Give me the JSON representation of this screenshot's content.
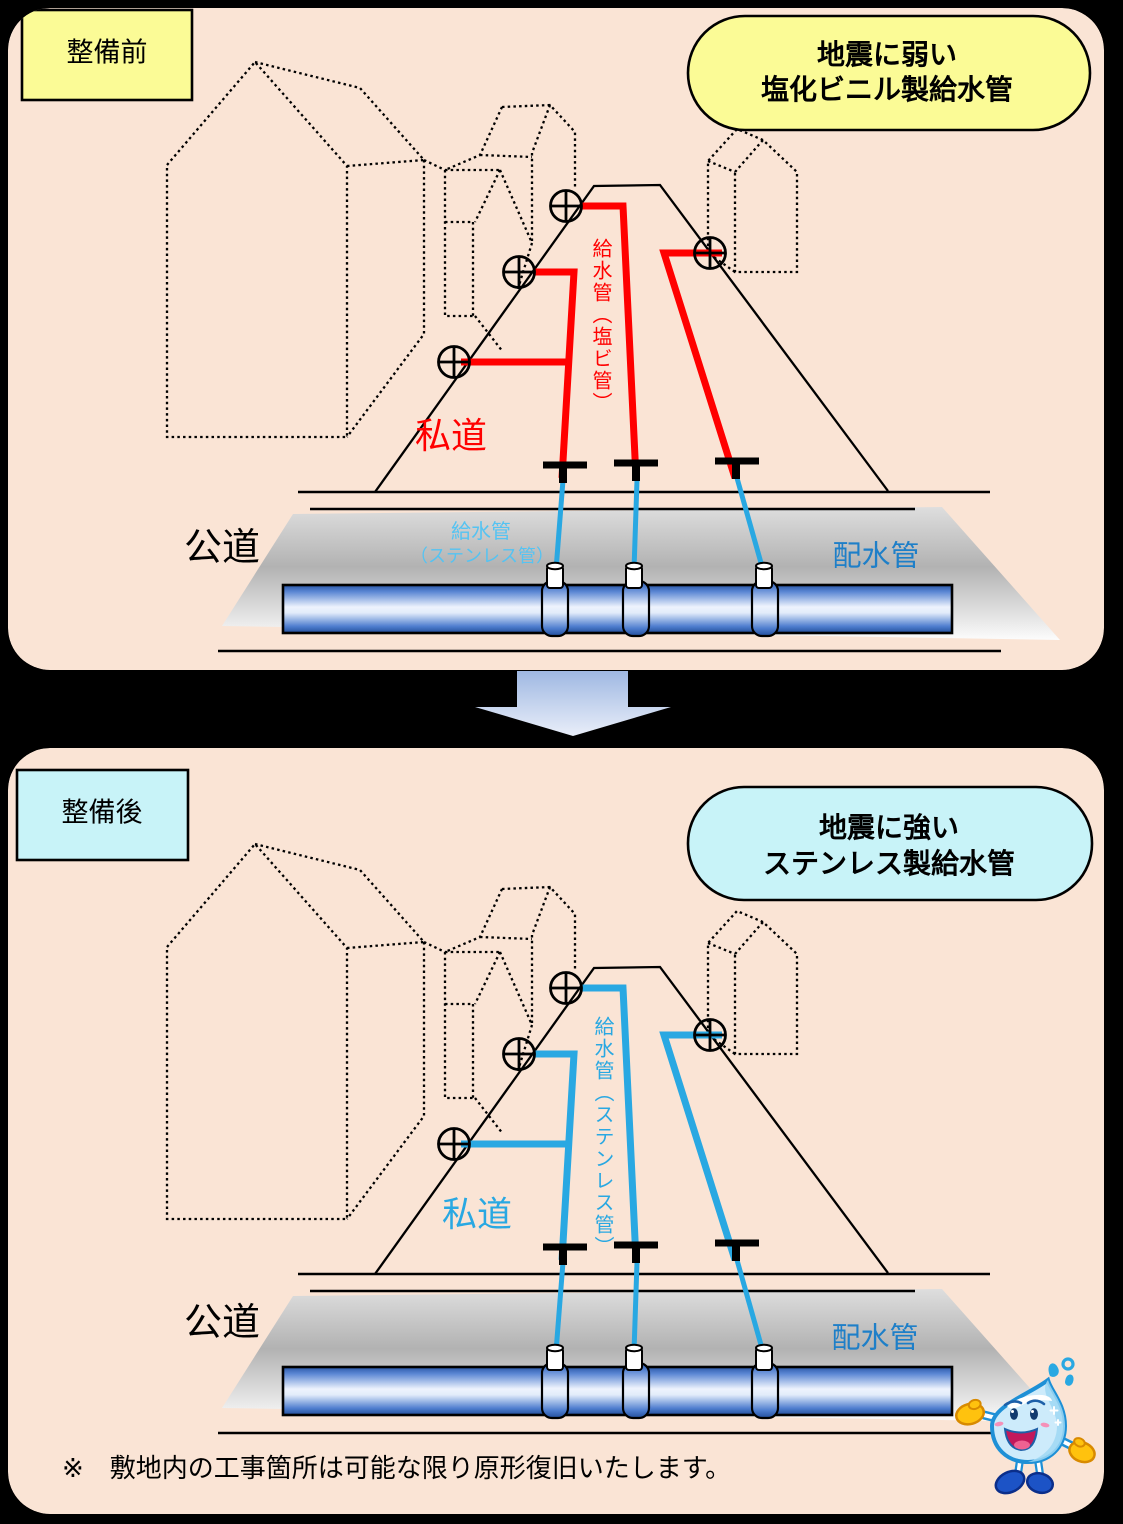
{
  "colors": {
    "background": "#000000",
    "panel_bg": "#FAE4D5",
    "before_accent_yellow": "#FBFB96",
    "after_accent_cyan": "#C8F3F8",
    "pvc_pipe_red": "#FF0000",
    "stainless_pipe_blue": "#29A8E2",
    "service_label_light_blue": "#55C3F2",
    "distribution_label_blue": "#1E7FC8"
  },
  "panel_before": {
    "tag": "整備前",
    "bubble": {
      "line1": "地震に弱い",
      "line2": "塩化ビニル製給水管"
    },
    "private_road_label": "私道",
    "public_road_label": "公道",
    "service_pipe_label_vertical": "給水管（塩ビ管）",
    "service_pipe_label": {
      "line1": "給水管",
      "line2": "（ステンレス管）"
    },
    "distribution_pipe_label": "配水管"
  },
  "panel_after": {
    "tag": "整備後",
    "bubble": {
      "line1": "地震に強い",
      "line2": "ステンレス製給水管"
    },
    "private_road_label": "私道",
    "public_road_label": "公道",
    "service_pipe_label_vertical": "給水管（ステンレス管）",
    "distribution_pipe_label": "配水管",
    "note": "※　敷地内の工事箇所は可能な限り原形復旧いたします。"
  }
}
